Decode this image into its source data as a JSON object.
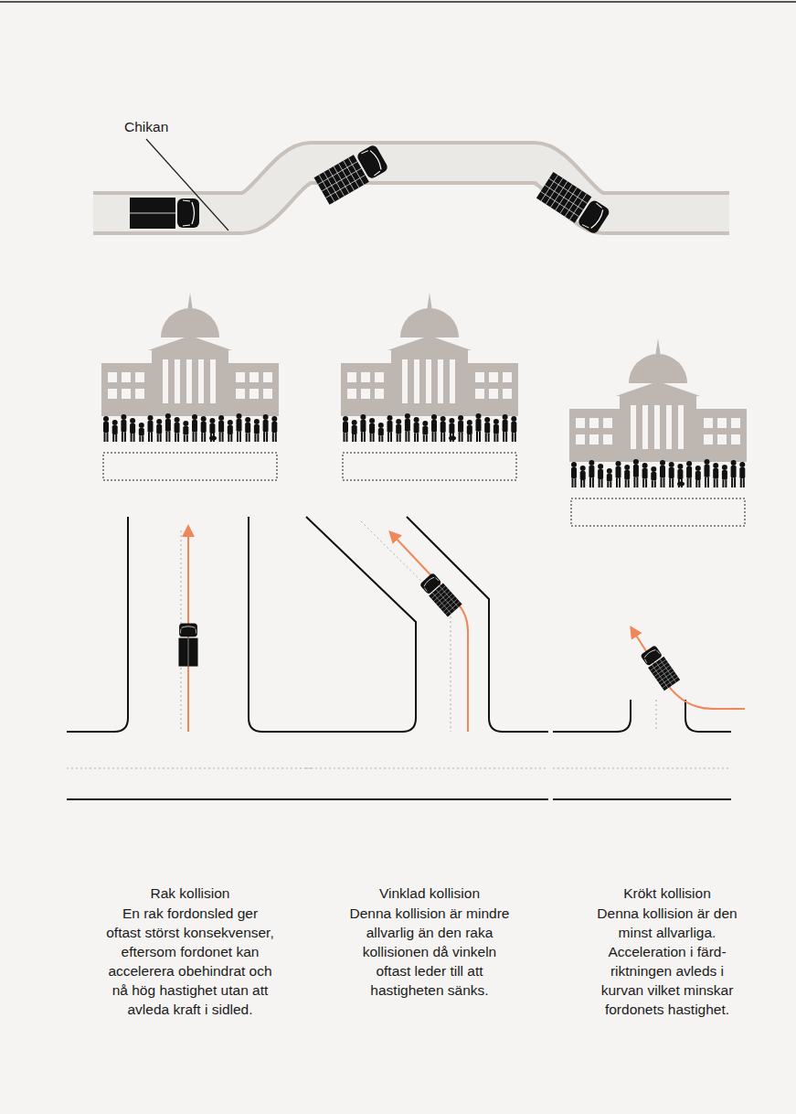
{
  "diagram": {
    "labels": [
      "Chikan",
      "Rak kollision",
      "En rak fordonsled ger oftast störst konsekvenser, eftersom fordonet kan accelerera obehindrat och nå hög hastighet utan att avleda kraft i sidled.",
      "Vinklad kollision",
      "Denna kollision är mindre allvarlig än den raka kollisionen då vinkeln oftast leder till att hastigheten sänks.",
      "Krökt kollision",
      "Denna kollision är den minst allvarliga. Acceleration i färd- riktningen avleds i kurvan vilket minskar fordonets hastighet."
    ]
  }
}
